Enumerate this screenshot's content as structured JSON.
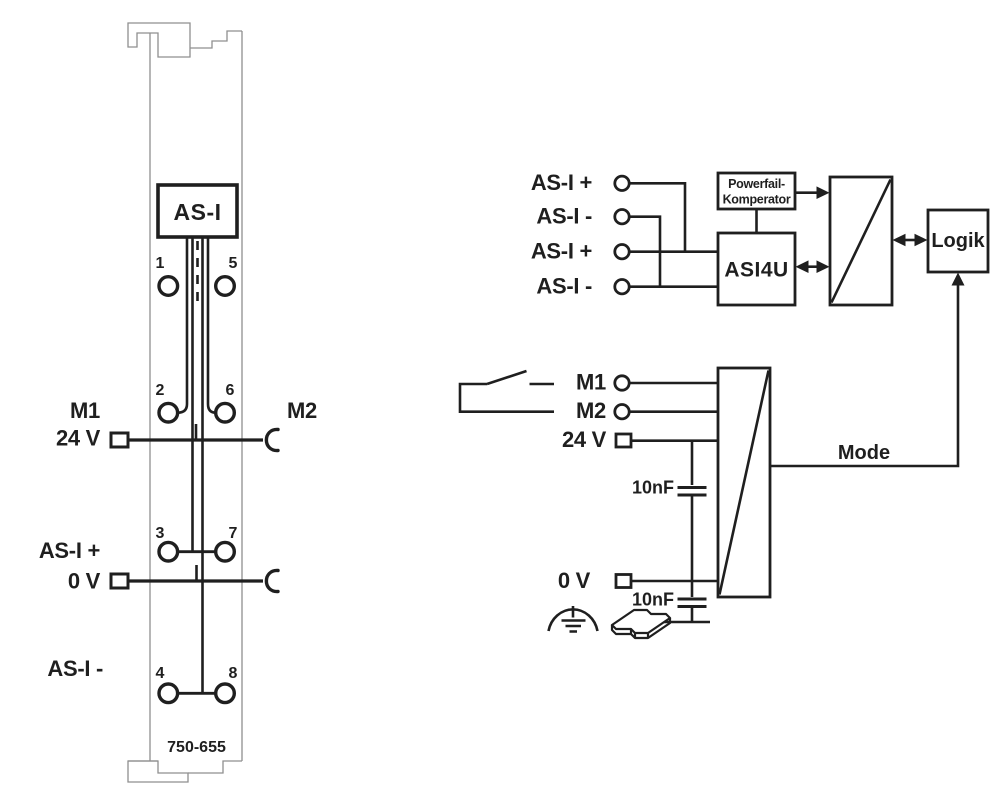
{
  "module": {
    "connector_label": "AS-I",
    "part_number": "750-655",
    "terminals": [
      "1",
      "5",
      "2",
      "6",
      "3",
      "7",
      "4",
      "8"
    ],
    "labels": {
      "m1": "M1",
      "v24": "24 V",
      "asi_plus": "AS-I +",
      "v0": "0 V",
      "asi_minus": "AS-I -",
      "m2": "M2"
    }
  },
  "schematic": {
    "asi_inputs": [
      "AS-I +",
      "AS-I -",
      "AS-I +",
      "AS-I -"
    ],
    "powerfail_line1": "Powerfail-",
    "powerfail_line2": "Komperator",
    "asi4u": "ASI4U",
    "logik": "Logik",
    "m1": "M1",
    "m2": "M2",
    "v24": "24 V",
    "v0": "0 V",
    "mode": "Mode",
    "cap1": "10nF",
    "cap2": "10nF"
  },
  "colors": {
    "ink": "#1f1f1f",
    "outline": "#8f8f8f",
    "background": "#ffffff"
  }
}
